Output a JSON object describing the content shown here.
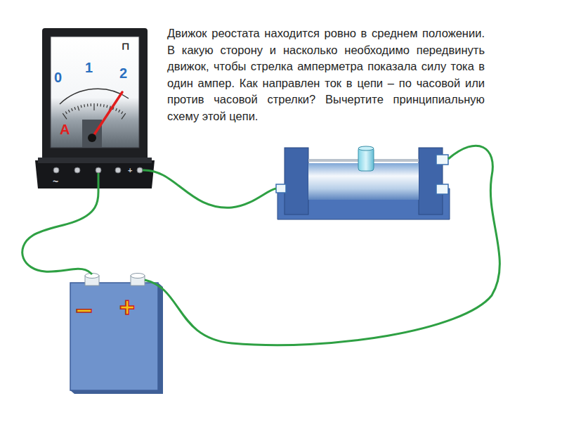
{
  "diagram": {
    "title": "Движок реостата находится ровно в среднем положении. В какую сторону и насколько необходимо передвинуть движок, чтобы стрелка амперметра показала силу тока в один ампер. Как направлен ток в цепи – по часовой или против часовой стрелки? Вычертите принципиальную схему этой цепи.",
    "nodes": [
      {
        "text": [
          "0",
          "1",
          "2",
          "А",
          "⊓",
          "~",
          "+"
        ]
      },
      {
        "text": [
          "–",
          "+"
        ]
      }
    ],
    "edges": [
      {
        "from": 1,
        "to": 0,
        "arrow": "none"
      }
    ]
  }
}
